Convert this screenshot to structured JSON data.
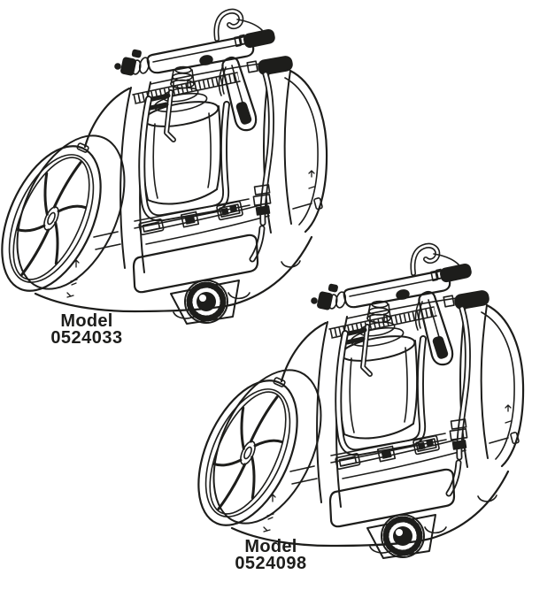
{
  "page": {
    "background_color": "#ffffff",
    "ink_color": "#1d1d1b"
  },
  "figures": [
    {
      "name": "sprayer-unit-top-left",
      "alt": "Line drawing of HVLP turbine paint sprayer with docked spray gun, hanging hook, gravity paint cup, air hose, control panel and speed knob",
      "caption": {
        "line1": "Model",
        "line2": "0524033"
      }
    },
    {
      "name": "sprayer-unit-bottom-right",
      "alt": "Line drawing of HVLP turbine paint sprayer with docked spray gun, hanging hook, gravity paint cup, air hose, control panel and speed knob",
      "caption": {
        "line1": "Model",
        "line2": "0524098"
      }
    }
  ]
}
